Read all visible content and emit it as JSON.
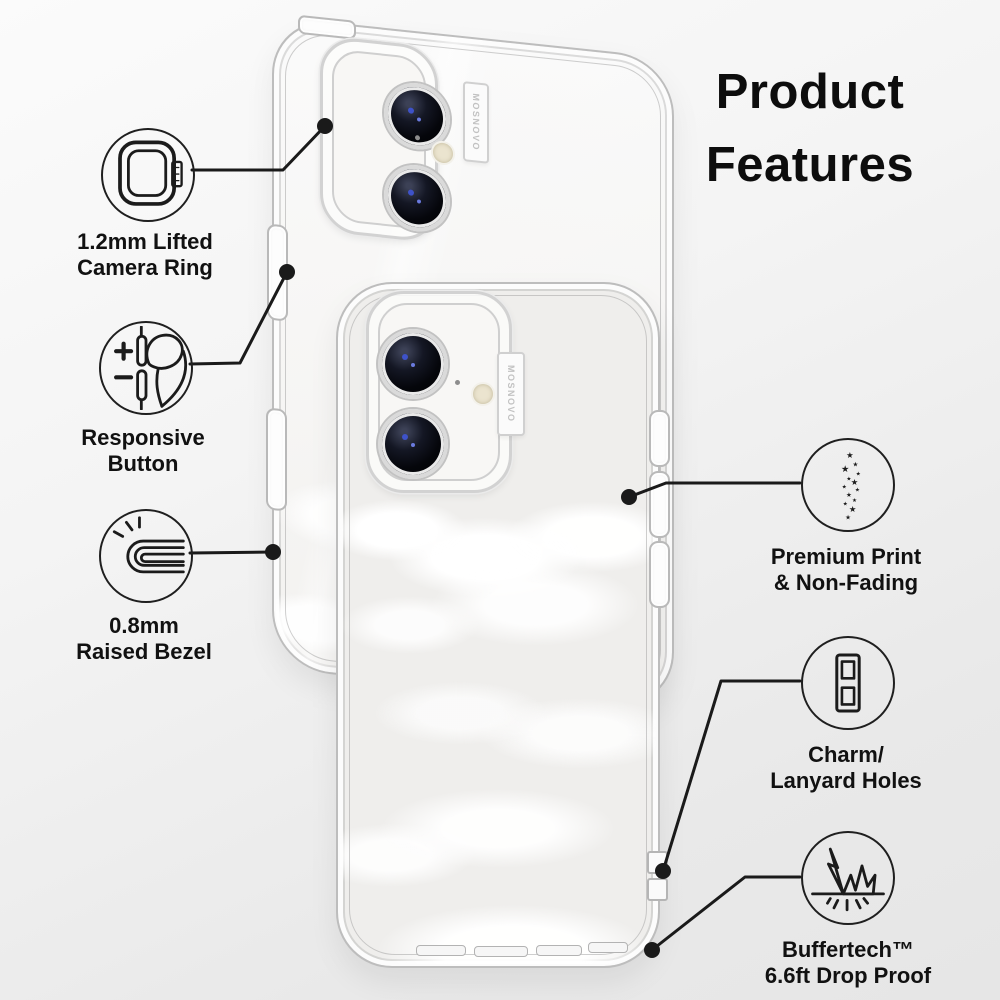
{
  "title": {
    "line1": "Product",
    "line2": "Features"
  },
  "brand_label": "MOSNOVO",
  "callouts": [
    {
      "name": "lifted-camera-ring",
      "icon": "camera-ring-icon",
      "label1": "1.2mm Lifted",
      "label2": "Camera Ring"
    },
    {
      "name": "responsive-button",
      "icon": "plus-minus-finger-icon",
      "label1": "Responsive",
      "label2": "Button"
    },
    {
      "name": "raised-bezel",
      "icon": "raised-bezel-icon",
      "label1": "0.8mm",
      "label2": "Raised Bezel"
    },
    {
      "name": "premium-print",
      "icon": "sparkle-stars-icon",
      "label1": "Premium Print",
      "label2": "& Non-Fading"
    },
    {
      "name": "charm-lanyard-holes",
      "icon": "lanyard-holes-icon",
      "label1": "Charm/",
      "label2": "Lanyard Holes"
    },
    {
      "name": "buffertech-drop-proof",
      "icon": "impact-drop-icon",
      "label1": "Buffertech™",
      "label2": "6.6ft Drop Proof"
    }
  ],
  "colors": {
    "background_top": "#fbfbfb",
    "background_bottom": "#e6e6e6",
    "leader_line": "#1a1a1a",
    "text": "#111111"
  }
}
